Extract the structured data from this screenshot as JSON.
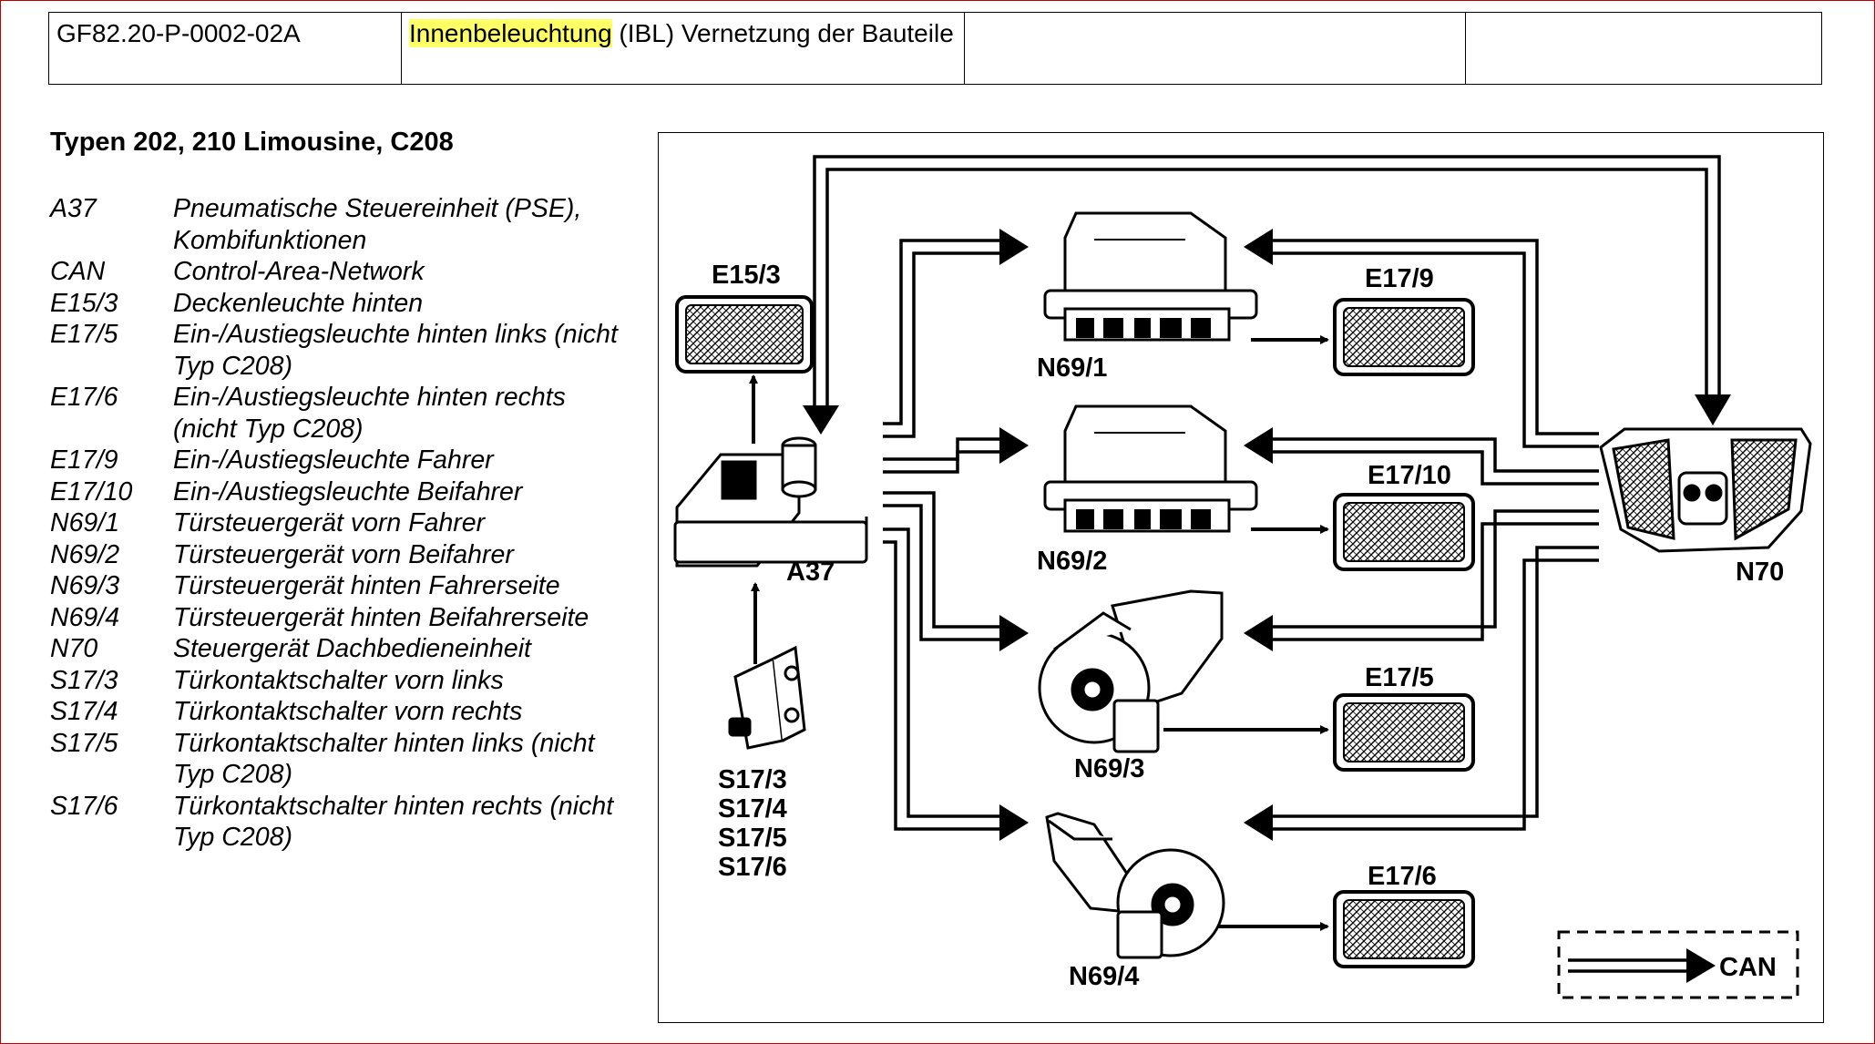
{
  "header": {
    "doc_id": "GF82.20-P-0002-02A",
    "title_highlight": "Innenbeleuchtung",
    "title_rest": " (IBL) Vernetzung der Bauteile"
  },
  "subtitle": "Typen 202, 210 Limousine, C208",
  "legend": [
    {
      "code": "A37",
      "desc": "Pneumatische Steuereinheit (PSE), Kombifunktionen"
    },
    {
      "code": "CAN",
      "desc": "Control-Area-Network"
    },
    {
      "code": "E15/3",
      "desc": "Deckenleuchte hinten"
    },
    {
      "code": "E17/5",
      "desc": "Ein-/Austiegsleuchte hinten links (nicht Typ C208)"
    },
    {
      "code": "E17/6",
      "desc": "Ein-/Austiegsleuchte hinten rechts (nicht Typ C208)"
    },
    {
      "code": "E17/9",
      "desc": "Ein-/Austiegsleuchte Fahrer"
    },
    {
      "code": "E17/10",
      "desc": "Ein-/Austiegsleuchte Beifahrer"
    },
    {
      "code": "N69/1",
      "desc": "Türsteuergerät vorn Fahrer"
    },
    {
      "code": "N69/2",
      "desc": "Türsteuergerät vorn Beifahrer"
    },
    {
      "code": "N69/3",
      "desc": "Türsteuergerät hinten Fahrerseite"
    },
    {
      "code": "N69/4",
      "desc": "Türsteuergerät hinten Beifahrerseite"
    },
    {
      "code": "N70",
      "desc": "Steuergerät Dachbedieneinheit"
    },
    {
      "code": "S17/3",
      "desc": "Türkontaktschalter vorn links"
    },
    {
      "code": "S17/4",
      "desc": "Türkontaktschalter vorn rechts"
    },
    {
      "code": "S17/5",
      "desc": "Türkontaktschalter hinten links (nicht Typ C208)"
    },
    {
      "code": "S17/6",
      "desc": "Türkontaktschalter hinten rechts (nicht Typ C208)"
    }
  ],
  "diagram": {
    "labels": {
      "e15_3": "E15/3",
      "a37": "A37",
      "s17_3": "S17/3",
      "s17_4": "S17/4",
      "s17_5": "S17/5",
      "s17_6": "S17/6",
      "n69_1": "N69/1",
      "n69_2": "N69/2",
      "n69_3": "N69/3",
      "n69_4": "N69/4",
      "e17_9": "E17/9",
      "e17_10": "E17/10",
      "e17_5": "E17/5",
      "e17_6": "E17/6",
      "n70": "N70",
      "can": "CAN"
    }
  }
}
